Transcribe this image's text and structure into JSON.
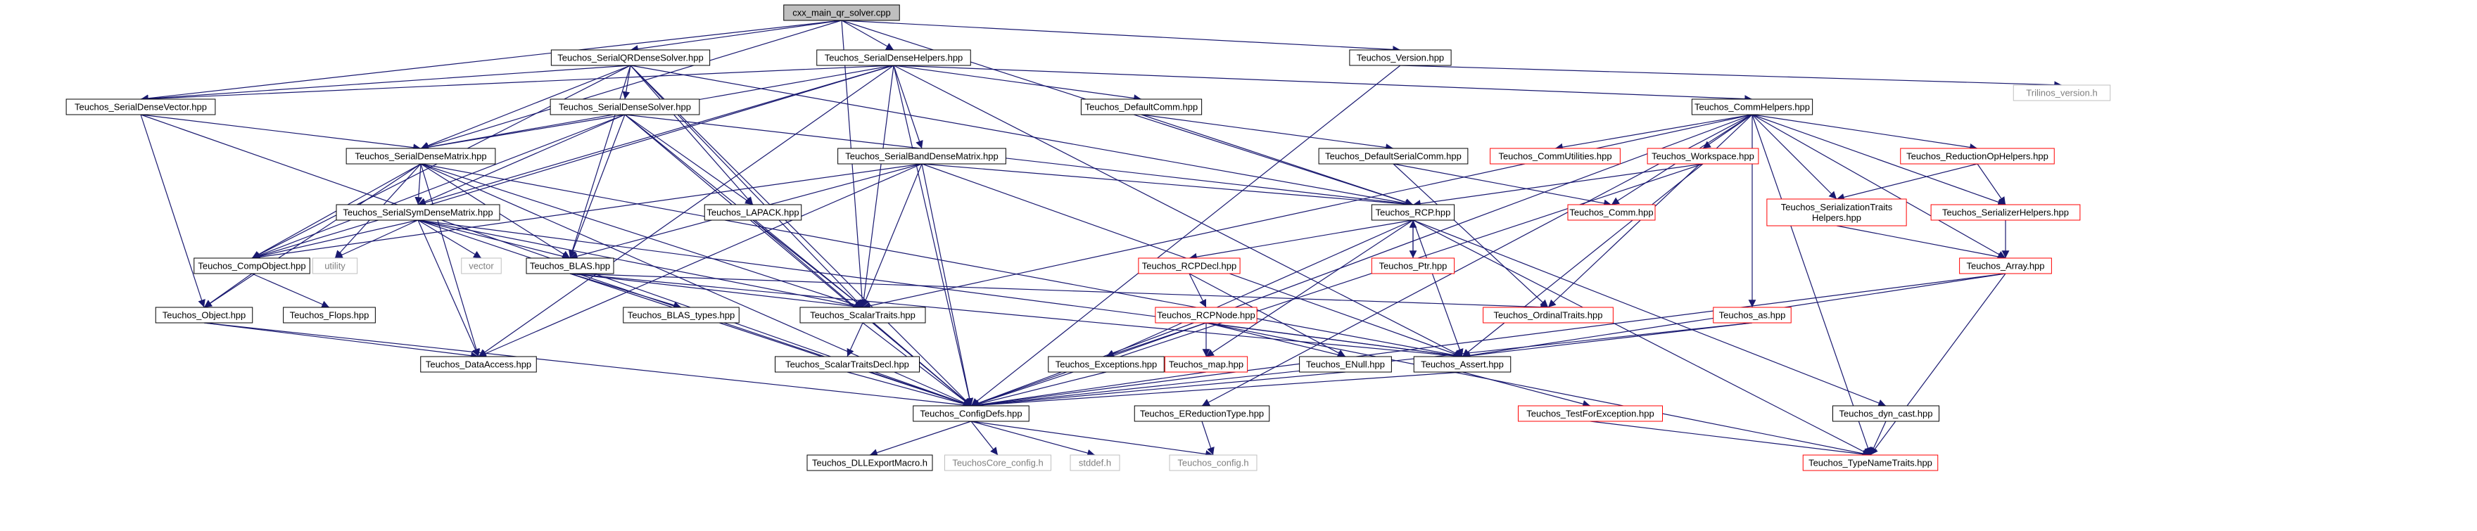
{
  "colors": {
    "edge": "#191970",
    "node_fill": "#ffffff",
    "root_fill": "#bfbfbf",
    "border_black": "#000000",
    "border_red": "#ff0000",
    "border_gray": "#bfbfbf",
    "text_dark": "#000000",
    "text_gray": "#7f7f7f"
  },
  "nodes": {
    "root": "cxx_main_qr_solver.cpp",
    "qrds": "Teuchos_SerialQRDenseSolver.hpp",
    "sdh": "Teuchos_SerialDenseHelpers.hpp",
    "ver": "Teuchos_Version.hpp",
    "tver": "Trilinos_version.h",
    "sdv": "Teuchos_SerialDenseVector.hpp",
    "sds": "Teuchos_SerialDenseSolver.hpp",
    "defc": "Teuchos_DefaultComm.hpp",
    "commh": "Teuchos_CommHelpers.hpp",
    "sdm": "Teuchos_SerialDenseMatrix.hpp",
    "sbdm": "Teuchos_SerialBandDenseMatrix.hpp",
    "dsc": "Teuchos_DefaultSerialComm.hpp",
    "commu": "Teuchos_CommUtilities.hpp",
    "ws": "Teuchos_Workspace.hpp",
    "redop": "Teuchos_ReductionOpHelpers.hpp",
    "ssdm": "Teuchos_SerialSymDenseMatrix.hpp",
    "lapack": "Teuchos_LAPACK.hpp",
    "rcp": "Teuchos_RCP.hpp",
    "comm": "Teuchos_Comm.hpp",
    "sertr": "Teuchos_SerializationTraits Helpers.hpp",
    "serh": "Teuchos_SerializerHelpers.hpp",
    "compo": "Teuchos_CompObject.hpp",
    "utility": "utility",
    "vector": "vector",
    "blas": "Teuchos_BLAS.hpp",
    "rcpd": "Teuchos_RCPDecl.hpp",
    "ptr": "Teuchos_Ptr.hpp",
    "array": "Teuchos_Array.hpp",
    "obj": "Teuchos_Object.hpp",
    "flops": "Teuchos_Flops.hpp",
    "blast": "Teuchos_BLAS_types.hpp",
    "st": "Teuchos_ScalarTraits.hpp",
    "rcpn": "Teuchos_RCPNode.hpp",
    "ordt": "Teuchos_OrdinalTraits.hpp",
    "as": "Teuchos_as.hpp",
    "da": "Teuchos_DataAccess.hpp",
    "std": "Teuchos_ScalarTraitsDecl.hpp",
    "exc": "Teuchos_Exceptions.hpp",
    "map": "Teuchos_map.hpp",
    "enull": "Teuchos_ENull.hpp",
    "assert": "Teuchos_Assert.hpp",
    "cfg": "Teuchos_ConfigDefs.hpp",
    "ered": "Teuchos_EReductionType.hpp",
    "tfe": "Teuchos_TestForException.hpp",
    "dyn": "Teuchos_dyn_cast.hpp",
    "dll": "Teuchos_DLLExportMacro.h",
    "tcc": "TeuchosCore_config.h",
    "stddef": "stddef.h",
    "tcfg": "Teuchos_config.h",
    "tnt": "Teuchos_TypeNameTraits.hpp"
  },
  "edges": [
    [
      "root",
      "qrds"
    ],
    [
      "root",
      "sdh"
    ],
    [
      "root",
      "ver"
    ],
    [
      "root",
      "sdv"
    ],
    [
      "root",
      "sdm"
    ],
    [
      "root",
      "rcp"
    ],
    [
      "root",
      "st"
    ],
    [
      "ver",
      "tver"
    ],
    [
      "ver",
      "cfg"
    ],
    [
      "qrds",
      "sds"
    ],
    [
      "qrds",
      "sdm"
    ],
    [
      "qrds",
      "sdv"
    ],
    [
      "qrds",
      "lapack"
    ],
    [
      "qrds",
      "blas"
    ],
    [
      "qrds",
      "st"
    ],
    [
      "qrds",
      "compo"
    ],
    [
      "qrds",
      "rcp"
    ],
    [
      "qrds",
      "cfg"
    ],
    [
      "sdh",
      "sdm"
    ],
    [
      "sdh",
      "sdv"
    ],
    [
      "sdh",
      "ssdm"
    ],
    [
      "sdh",
      "sbdm"
    ],
    [
      "sdh",
      "defc"
    ],
    [
      "sdh",
      "commh"
    ],
    [
      "sdh",
      "st"
    ],
    [
      "sdh",
      "da"
    ],
    [
      "sdh",
      "cfg"
    ],
    [
      "sdh",
      "assert"
    ],
    [
      "sdh",
      "compo"
    ],
    [
      "sdv",
      "sdm"
    ],
    [
      "sdv",
      "obj"
    ],
    [
      "sdv",
      "cfg"
    ],
    [
      "sds",
      "sdm"
    ],
    [
      "sds",
      "ssdm"
    ],
    [
      "sds",
      "lapack"
    ],
    [
      "sds",
      "blas"
    ],
    [
      "sds",
      "st"
    ],
    [
      "sds",
      "compo"
    ],
    [
      "sds",
      "rcp"
    ],
    [
      "sds",
      "cfg"
    ],
    [
      "defc",
      "dsc"
    ],
    [
      "defc",
      "rcp"
    ],
    [
      "commh",
      "commu"
    ],
    [
      "commh",
      "ws"
    ],
    [
      "commh",
      "redop"
    ],
    [
      "commh",
      "sertr"
    ],
    [
      "commh",
      "serh"
    ],
    [
      "commh",
      "array"
    ],
    [
      "commh",
      "as"
    ],
    [
      "commh",
      "ordt"
    ],
    [
      "commh",
      "comm"
    ],
    [
      "commh",
      "st"
    ],
    [
      "commh",
      "ered"
    ],
    [
      "commh",
      "tnt"
    ],
    [
      "commh",
      "cfg"
    ],
    [
      "sdm",
      "ssdm"
    ],
    [
      "sdm",
      "compo"
    ],
    [
      "sdm",
      "blas"
    ],
    [
      "sdm",
      "st"
    ],
    [
      "sdm",
      "da"
    ],
    [
      "sdm",
      "utility"
    ],
    [
      "sdm",
      "cfg"
    ],
    [
      "sdm",
      "obj"
    ],
    [
      "sdm",
      "assert"
    ],
    [
      "sbdm",
      "blas"
    ],
    [
      "sbdm",
      "st"
    ],
    [
      "sbdm",
      "da"
    ],
    [
      "sbdm",
      "cfg"
    ],
    [
      "sbdm",
      "compo"
    ],
    [
      "sbdm",
      "assert"
    ],
    [
      "sbdm",
      "rcp"
    ],
    [
      "dsc",
      "comm"
    ],
    [
      "dsc",
      "ordt"
    ],
    [
      "ws",
      "rcp"
    ],
    [
      "ws",
      "assert"
    ],
    [
      "ws",
      "cfg"
    ],
    [
      "redop",
      "sertr"
    ],
    [
      "redop",
      "serh"
    ],
    [
      "ssdm",
      "compo"
    ],
    [
      "ssdm",
      "blas"
    ],
    [
      "ssdm",
      "st"
    ],
    [
      "ssdm",
      "da"
    ],
    [
      "ssdm",
      "utility"
    ],
    [
      "ssdm",
      "vector"
    ],
    [
      "ssdm",
      "cfg"
    ],
    [
      "ssdm",
      "assert"
    ],
    [
      "lapack",
      "st"
    ],
    [
      "lapack",
      "cfg"
    ],
    [
      "rcp",
      "rcpd"
    ],
    [
      "rcp",
      "ptr"
    ],
    [
      "rcp",
      "assert"
    ],
    [
      "rcp",
      "exc"
    ],
    [
      "rcp",
      "map"
    ],
    [
      "rcp",
      "tnt"
    ],
    [
      "rcp",
      "dyn"
    ],
    [
      "sertr",
      "array"
    ],
    [
      "serh",
      "array"
    ],
    [
      "compo",
      "flops"
    ],
    [
      "compo",
      "obj"
    ],
    [
      "blas",
      "blast"
    ],
    [
      "blas",
      "st"
    ],
    [
      "blas",
      "ordt"
    ],
    [
      "blas",
      "cfg"
    ],
    [
      "blas",
      "assert"
    ],
    [
      "rcpd",
      "rcpn"
    ],
    [
      "rcpd",
      "enull"
    ],
    [
      "ptr",
      "rcp"
    ],
    [
      "array",
      "assert"
    ],
    [
      "array",
      "tnt"
    ],
    [
      "array",
      "cfg"
    ],
    [
      "obj",
      "da"
    ],
    [
      "obj",
      "cfg"
    ],
    [
      "st",
      "std"
    ],
    [
      "st",
      "cfg"
    ],
    [
      "rcpn",
      "exc"
    ],
    [
      "rcpn",
      "map"
    ],
    [
      "rcpn",
      "enull"
    ],
    [
      "rcpn",
      "assert"
    ],
    [
      "rcpn",
      "tnt"
    ],
    [
      "rcpn",
      "cfg"
    ],
    [
      "as",
      "assert"
    ],
    [
      "as",
      "cfg"
    ],
    [
      "std",
      "cfg"
    ],
    [
      "exc",
      "cfg"
    ],
    [
      "map",
      "cfg"
    ],
    [
      "enull",
      "cfg"
    ],
    [
      "assert",
      "tfe"
    ],
    [
      "assert",
      "cfg"
    ],
    [
      "tfe",
      "tnt"
    ],
    [
      "dyn",
      "tnt"
    ],
    [
      "cfg",
      "dll"
    ],
    [
      "cfg",
      "tcc"
    ],
    [
      "cfg",
      "stddef"
    ],
    [
      "cfg",
      "tcfg"
    ],
    [
      "ered",
      "tcfg"
    ]
  ]
}
